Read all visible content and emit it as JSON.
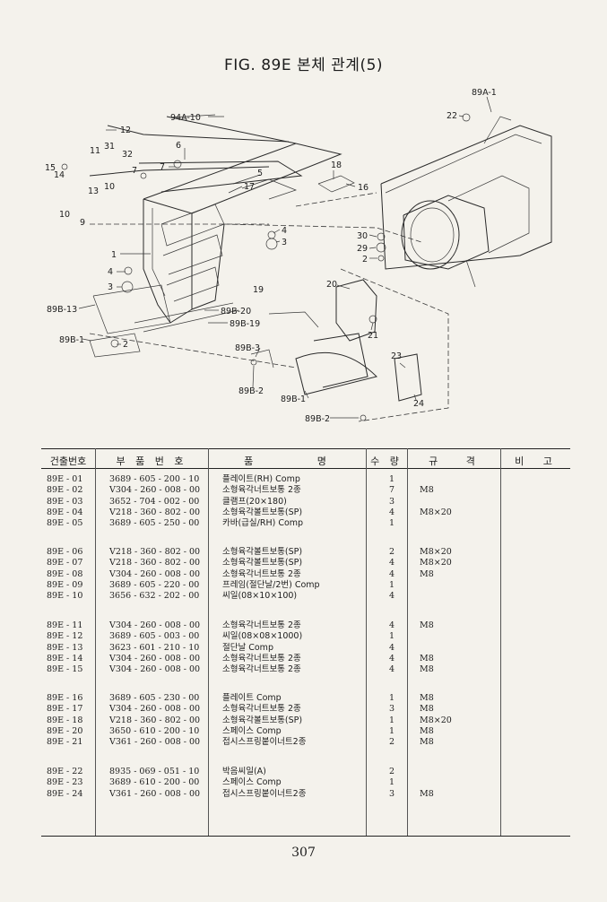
{
  "title": "FIG. 89E 본체 관계(5)",
  "page_number": "307",
  "callouts": {
    "c12": "12",
    "c94a10": "94A-10",
    "c6": "6",
    "c11": "11",
    "c31": "31",
    "c32": "32",
    "c15": "15",
    "c14": "14",
    "c7a": "7",
    "c7b": "7",
    "c13": "13",
    "c10a": "10",
    "c10b": "10",
    "c9": "9",
    "c5": "5",
    "c17": "17",
    "c18": "18",
    "c16": "16",
    "c1": "1",
    "c4a": "4",
    "c3a": "3",
    "c4b": "4",
    "c3b": "3",
    "c89b13": "89B-13",
    "c89b20": "89B-20",
    "c89b19": "89B-19",
    "c19": "19",
    "c89b1a": "89B-1",
    "c2a": "2",
    "c89b3": "89B-3",
    "c89b2a": "89B-2",
    "c89b1b": "89B-1",
    "c89b2b": "89B-2",
    "c89a1": "89A-1",
    "c22": "22",
    "c30": "30",
    "c29": "29",
    "c2b": "2",
    "c20": "20",
    "c21": "21",
    "c23": "23",
    "c24": "24"
  },
  "table": {
    "headers": {
      "no": "건출번호",
      "part": "부 품 번 호",
      "name": "품 명",
      "qty": "수 량",
      "spec": "규 격",
      "remark": "비 고"
    },
    "groups": [
      [
        {
          "no": "89E - 01",
          "part": "3689 - 605 - 200 - 10",
          "name": "플레이트(RH) Comp",
          "qty": "1",
          "spec": ""
        },
        {
          "no": "89E - 02",
          "part": "V304 - 260 - 008 - 00",
          "name": "소형육각너트보통 2종",
          "qty": "7",
          "spec": "M8"
        },
        {
          "no": "89E - 03",
          "part": "3652 - 704 - 002 - 00",
          "name": "클램프(20×180)",
          "qty": "3",
          "spec": ""
        },
        {
          "no": "89E - 04",
          "part": "V218 - 360 - 802 - 00",
          "name": "소형육각볼트보통(SP)",
          "qty": "4",
          "spec": "M8×20"
        },
        {
          "no": "89E - 05",
          "part": "3689 - 605 - 250 - 00",
          "name": "카바(급실/RH) Comp",
          "qty": "1",
          "spec": ""
        }
      ],
      [
        {
          "no": "89E - 06",
          "part": "V218 - 360 - 802 - 00",
          "name": "소형육각볼트보통(SP)",
          "qty": "2",
          "spec": "M8×20"
        },
        {
          "no": "89E - 07",
          "part": "V218 - 360 - 802 - 00",
          "name": "소형육각볼트보통(SP)",
          "qty": "4",
          "spec": "M8×20"
        },
        {
          "no": "89E - 08",
          "part": "V304 - 260 - 008 - 00",
          "name": "소형육각너트보통 2종",
          "qty": "4",
          "spec": "M8"
        },
        {
          "no": "89E - 09",
          "part": "3689 - 605 - 220 - 00",
          "name": "프레임(절단날/2번) Comp",
          "qty": "1",
          "spec": ""
        },
        {
          "no": "89E - 10",
          "part": "3656 - 632 - 202 - 00",
          "name": "씨일(08×10×100)",
          "qty": "4",
          "spec": ""
        }
      ],
      [
        {
          "no": "89E - 11",
          "part": "V304 - 260 - 008 - 00",
          "name": "소형육각너트보통 2종",
          "qty": "4",
          "spec": "M8"
        },
        {
          "no": "89E - 12",
          "part": "3689 - 605 - 003 - 00",
          "name": "씨일(08×08×1000)",
          "qty": "1",
          "spec": ""
        },
        {
          "no": "89E - 13",
          "part": "3623 - 601 - 210 - 10",
          "name": "절단날 Comp",
          "qty": "4",
          "spec": ""
        },
        {
          "no": "89E - 14",
          "part": "V304 - 260 - 008 - 00",
          "name": "소형육각너트보통 2종",
          "qty": "4",
          "spec": "M8"
        },
        {
          "no": "89E - 15",
          "part": "V304 - 260 - 008 - 00",
          "name": "소형육각너트보통 2종",
          "qty": "4",
          "spec": "M8"
        }
      ],
      [
        {
          "no": "89E - 16",
          "part": "3689 - 605 - 230 - 00",
          "name": "플레이트 Comp",
          "qty": "1",
          "spec": "M8"
        },
        {
          "no": "89E - 17",
          "part": "V304 - 260 - 008 - 00",
          "name": "소형육각너트보통 2종",
          "qty": "3",
          "spec": "M8"
        },
        {
          "no": "89E - 18",
          "part": "V218 - 360 - 802 - 00",
          "name": "소형육각볼트보통(SP)",
          "qty": "1",
          "spec": "M8×20"
        },
        {
          "no": "89E - 20",
          "part": "3650 - 610 - 200 - 10",
          "name": "스페이스 Comp",
          "qty": "1",
          "spec": "M8"
        },
        {
          "no": "89E - 21",
          "part": "V361 - 260 - 008 - 00",
          "name": "접시스프링붙이너트2종",
          "qty": "2",
          "spec": "M8"
        }
      ],
      [
        {
          "no": "89E - 22",
          "part": "8935 - 069 - 051 - 10",
          "name": "박음씨일(A)",
          "qty": "2",
          "spec": ""
        },
        {
          "no": "89E - 23",
          "part": "3689 - 610 - 200 - 00",
          "name": "스페이스 Comp",
          "qty": "1",
          "spec": ""
        },
        {
          "no": "89E - 24",
          "part": "V361 - 260 - 008 - 00",
          "name": "접시스프링붙이너트2종",
          "qty": "3",
          "spec": "M8"
        }
      ]
    ]
  }
}
